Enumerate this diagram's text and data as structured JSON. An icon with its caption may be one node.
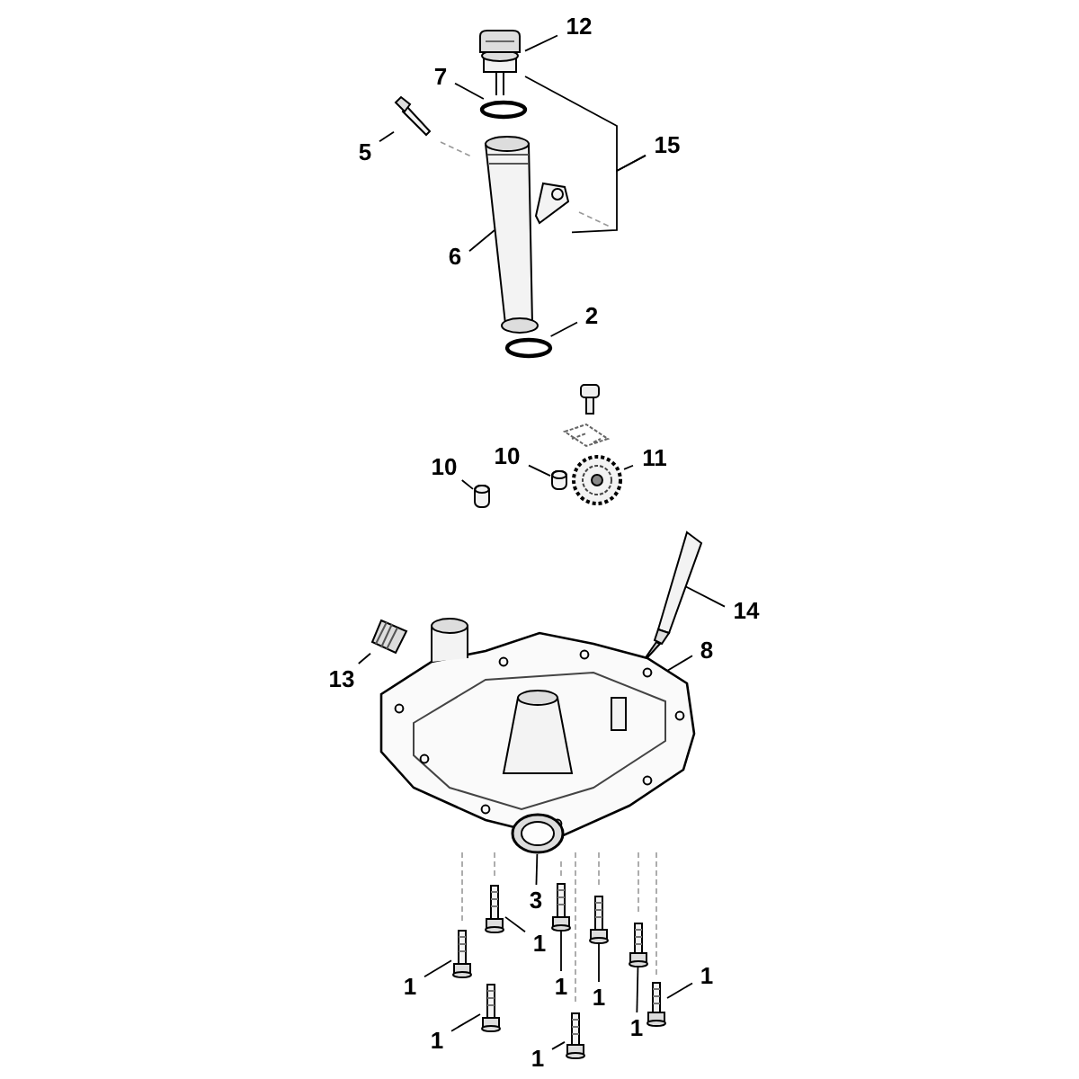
{
  "diagram": {
    "nodes": [
      {
        "text": [
          "12"
        ]
      },
      {
        "text": [],
        "shape": "picture"
      },
      {
        "text": [
          "7"
        ]
      },
      {
        "text": [],
        "shape": "circle"
      },
      {
        "text": [
          "5"
        ]
      },
      {
        "text": [],
        "shape": "picture"
      },
      {
        "text": [
          "15"
        ]
      },
      {
        "text": [
          "6"
        ]
      },
      {
        "text": [],
        "shape": "picture"
      },
      {
        "text": [
          "2"
        ]
      },
      {
        "text": [],
        "shape": "circle"
      },
      {
        "text": [
          "10"
        ]
      },
      {
        "text": [],
        "shape": "picture"
      },
      {
        "text": [
          "10"
        ]
      },
      {
        "text": [],
        "shape": "picture"
      },
      {
        "text": [
          "11"
        ]
      },
      {
        "text": [],
        "shape": "picture"
      },
      {
        "text": [
          "14"
        ]
      },
      {
        "text": [],
        "shape": "picture"
      },
      {
        "text": [
          "13"
        ]
      },
      {
        "text": [],
        "shape": "picture"
      },
      {
        "text": [
          "8"
        ]
      },
      {
        "text": [],
        "shape": "picture"
      },
      {
        "text": [
          "3"
        ]
      },
      {
        "text": [],
        "shape": "picture"
      },
      {
        "text": [
          "1"
        ]
      },
      {
        "text": [],
        "shape": "picture"
      },
      {
        "text": [
          "1"
        ]
      },
      {
        "text": [],
        "shape": "picture"
      },
      {
        "text": [
          "1"
        ]
      },
      {
        "text": [],
        "shape": "picture"
      },
      {
        "text": [
          "1"
        ]
      },
      {
        "text": [],
        "shape": "picture"
      },
      {
        "text": [
          "1"
        ]
      },
      {
        "text": [],
        "shape": "picture"
      },
      {
        "text": [
          "1"
        ]
      },
      {
        "text": [],
        "shape": "picture"
      },
      {
        "text": [
          "1"
        ]
      },
      {
        "text": [],
        "shape": "picture"
      },
      {
        "text": [
          "1"
        ]
      },
      {
        "text": [],
        "shape": "picture"
      }
    ],
    "edges": [
      {
        "from": 0,
        "to": 1,
        "arrow": "none"
      },
      {
        "from": 2,
        "to": 3,
        "arrow": "none"
      },
      {
        "from": 4,
        "to": 5,
        "arrow": "none"
      },
      {
        "from": 6,
        "to": 1,
        "arrow": "none"
      },
      {
        "from": 6,
        "to": 8,
        "arrow": "none"
      },
      {
        "from": 7,
        "to": 8,
        "arrow": "none"
      },
      {
        "from": 9,
        "to": 10,
        "arrow": "none"
      },
      {
        "from": 11,
        "to": 12,
        "arrow": "none"
      },
      {
        "from": 13,
        "to": 14,
        "arrow": "none"
      },
      {
        "from": 15,
        "to": 16,
        "arrow": "none"
      },
      {
        "from": 17,
        "to": 18,
        "arrow": "none"
      },
      {
        "from": 19,
        "to": 20,
        "arrow": "none"
      },
      {
        "from": 21,
        "to": 22,
        "arrow": "none"
      },
      {
        "from": 23,
        "to": 24,
        "arrow": "none"
      },
      {
        "from": 25,
        "to": 26,
        "arrow": "none"
      },
      {
        "from": 27,
        "to": 28,
        "arrow": "none"
      },
      {
        "from": 29,
        "to": 30,
        "arrow": "none"
      },
      {
        "from": 31,
        "to": 32,
        "arrow": "none"
      },
      {
        "from": 33,
        "to": 34,
        "arrow": "none"
      },
      {
        "from": 35,
        "to": 36,
        "arrow": "none"
      },
      {
        "from": 37,
        "to": 38,
        "arrow": "none"
      },
      {
        "from": 39,
        "to": 40,
        "arrow": "none"
      }
    ]
  }
}
